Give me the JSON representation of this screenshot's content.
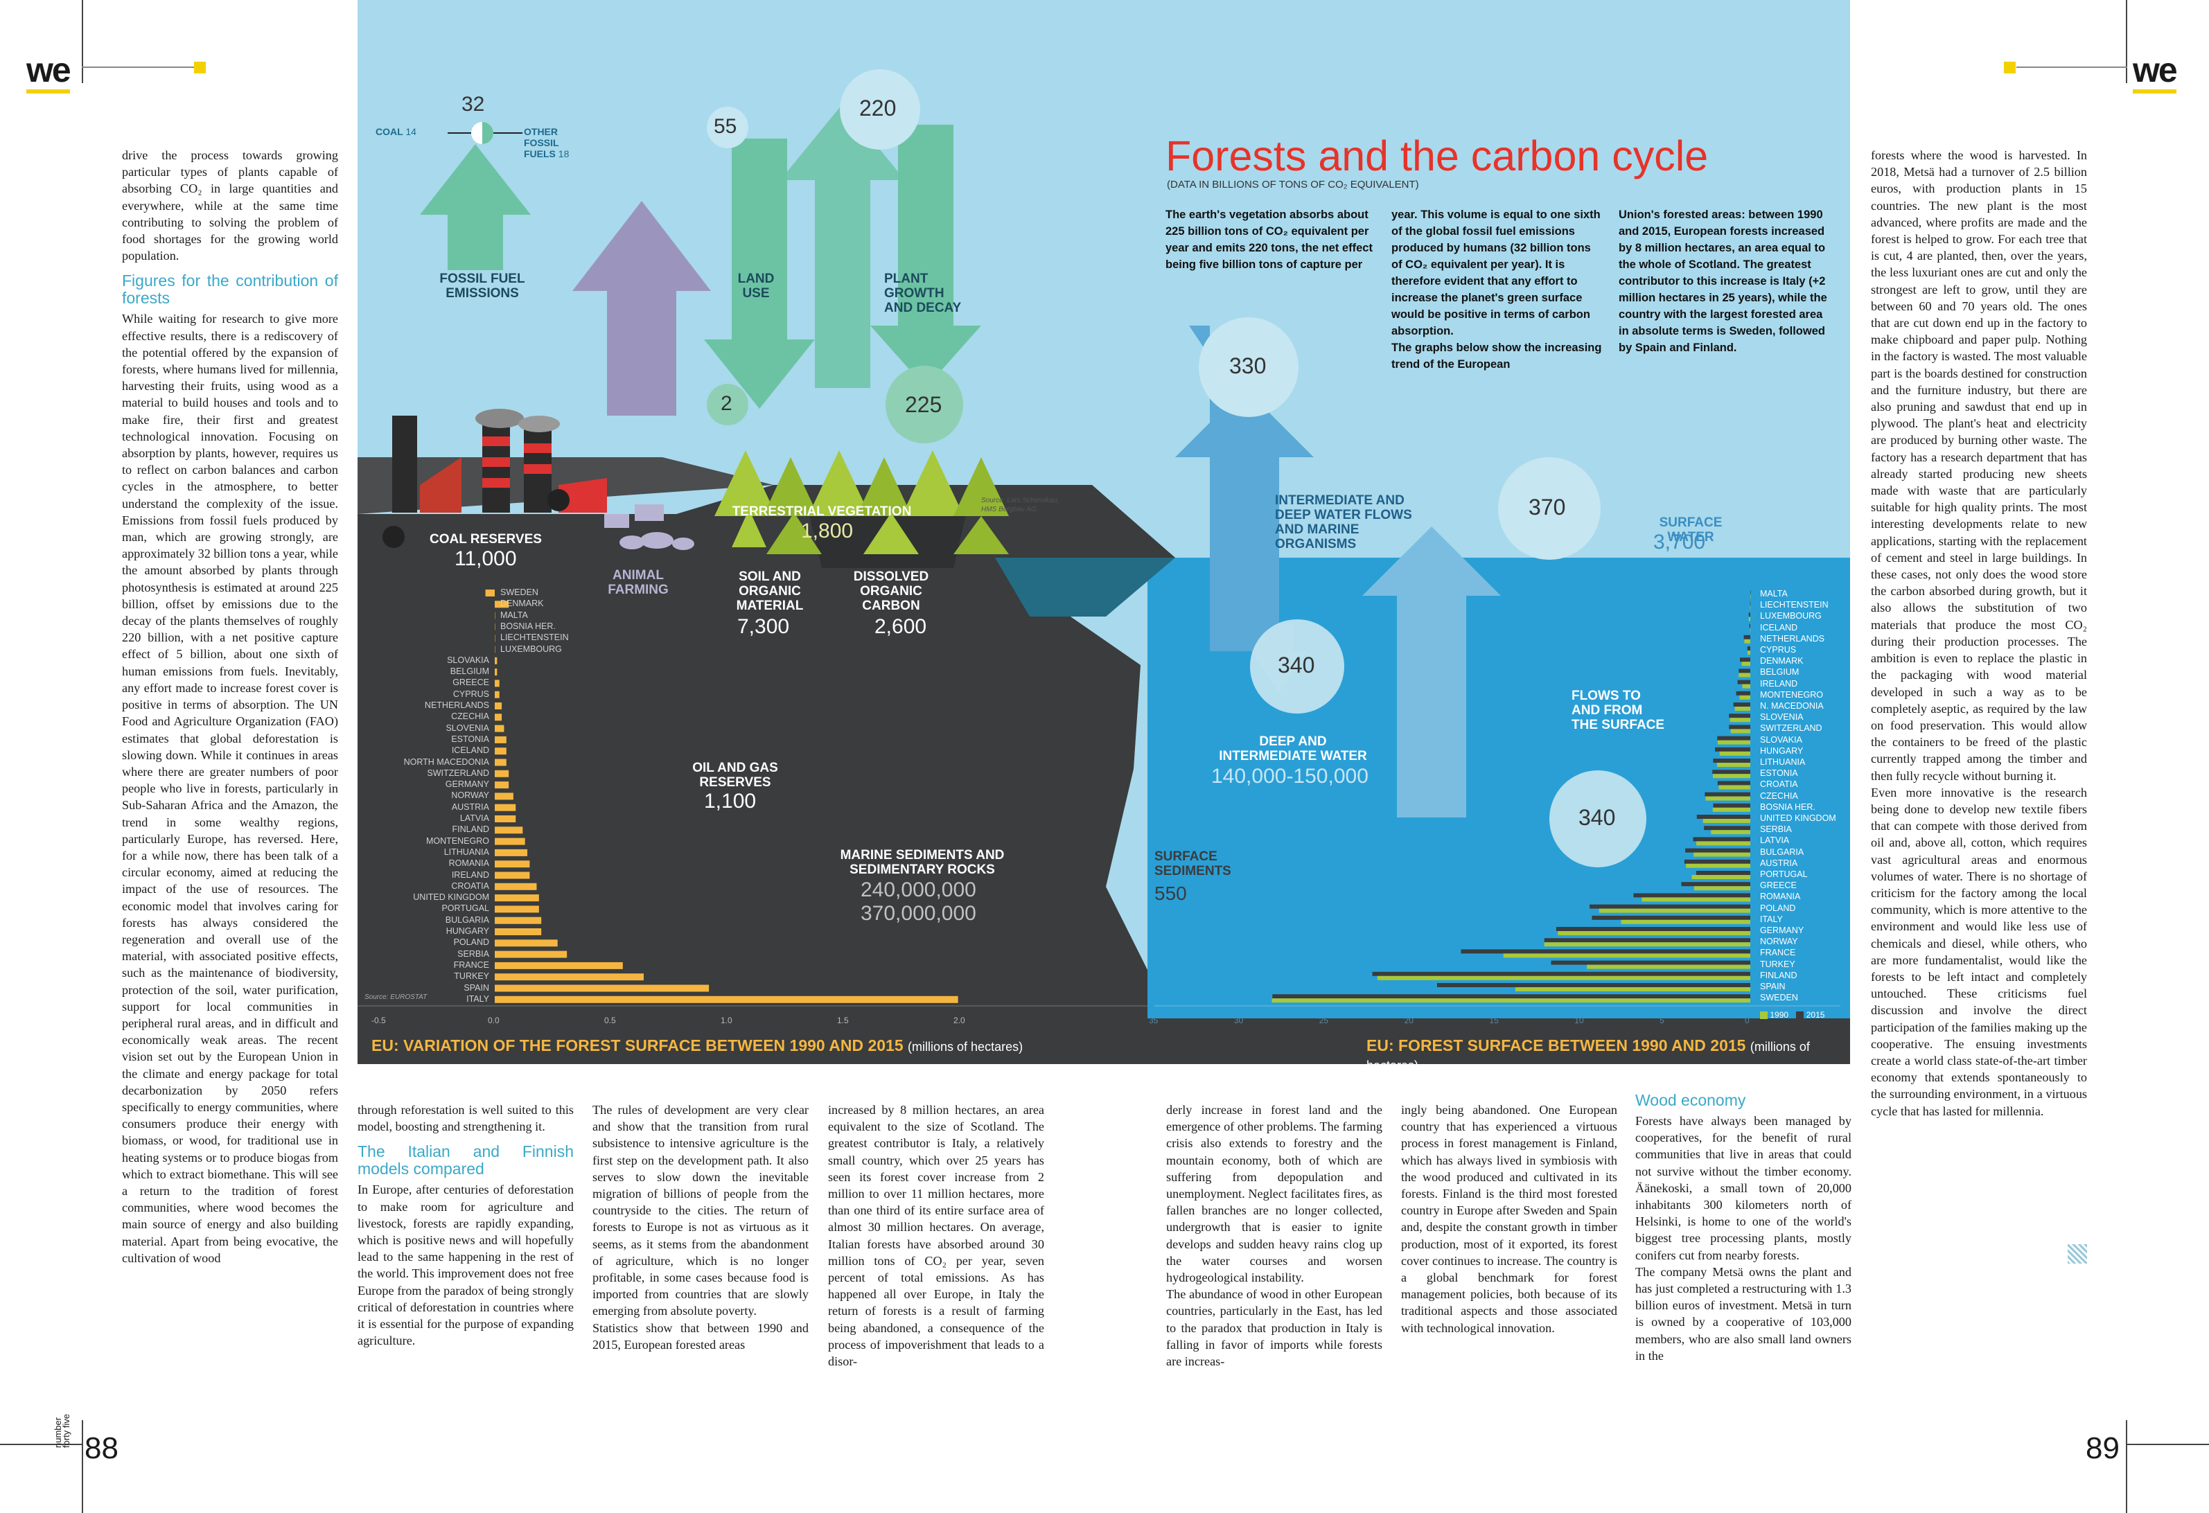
{
  "brand": "we",
  "page_left": "88",
  "page_right": "89",
  "issue": "number forty five",
  "info": {
    "title": "Forests and the carbon cycle",
    "subtitle": "(DATA IN BILLIONS OF TONS OF CO₂ EQUIVALENT)",
    "intro1": "The earth's vegetation absorbs about 225 billion tons of CO₂ equivalent per year and emits 220 tons, the net effect being five billion tons of capture per",
    "intro2": "year. This volume is equal to one sixth of the global fossil fuel emissions produced by humans (32 billion tons of CO₂ equivalent per year). It is therefore evident that any effort to increase the planet's green surface would be positive in terms of carbon absorption.",
    "intro2b": "The graphs below show the increasing trend of the European",
    "intro3": "Union's forested areas: between 1990 and 2015, European forests increased by 8 million hectares, an area equal to the whole of Scotland. The greatest contributor to this increase is Italy (+2 million hectares in 25 years), while the country with the largest forested area in absolute terms is Sweden, followed by Spain and Finland.",
    "coal": "COAL",
    "coal_val": "14",
    "top32": "32",
    "other_fossil": "OTHER FOSSIL FUELS",
    "other_val": "18",
    "fossil": "FOSSIL FUEL EMISSIONS",
    "land": "LAND USE",
    "land_top": "55",
    "land_bot": "2",
    "plant": "PLANT GROWTH AND DECAY",
    "plant_top": "220",
    "plant_bot": "225",
    "coal_res": "COAL RESERVES",
    "coal_res_val": "11,000",
    "animal": "ANIMAL FARMING",
    "terr": "TERRESTRIAL VEGETATION",
    "terr_val": "1,800",
    "source_top": "Source: Lars Schernikau, HMS Bergbau AG.",
    "soil": "SOIL AND ORGANIC MATERIAL",
    "soil_val": "7,300",
    "dissolved": "DISSOLVED ORGANIC CARBON",
    "dissolved_val": "2,600",
    "oil": "OIL AND GAS RESERVES",
    "oil_val": "1,100",
    "marine": "MARINE SEDIMENTS AND SEDIMENTARY ROCKS",
    "marine_v1": "240,000,000",
    "marine_v2": "370,000,000",
    "surf_sed": "SURFACE SEDIMENTS",
    "surf_sed_val": "550",
    "inter": "INTERMEDIATE AND DEEP WATER FLOWS AND MARINE ORGANISMS",
    "inter_top": "330",
    "inter_bot": "340",
    "deep": "DEEP AND INTERMEDIATE WATER",
    "deep_val": "140,000-150,000",
    "surface_water": "SURFACE WATER",
    "surface_water_val": "3,700",
    "flows": "FLOWS TO AND FROM THE SURFACE",
    "flows_top": "370",
    "flows_bot": "340",
    "foot_left": "EU: VARIATION OF THE FOREST SURFACE BETWEEN 1990 AND 2015",
    "foot_left_unit": "(millions of hectares)",
    "foot_right": "EU: FOREST SURFACE BETWEEN 1990 AND 2015",
    "foot_right_unit": "(millions of hectares)",
    "source_eurostat": "Source: EUROSTAT",
    "legend_1990": "1990",
    "legend_2015": "2015",
    "colors": {
      "sky": "#a9d9ec",
      "sea": "#2a9fd6",
      "ground": "#3a3c3d",
      "orange": "#f5b641",
      "green": "#a7c93b",
      "teal_arrow": "#6cc3a4",
      "purple_arrow": "#9a8fb8",
      "blue_arrow": "#5aa9d6",
      "title_red": "#e6332a"
    }
  },
  "chart_data": [
    {
      "type": "bar",
      "orientation": "horizontal",
      "title": "EU: VARIATION OF THE FOREST SURFACE BETWEEN 1990 AND 2015",
      "unit": "(millions of hectares)",
      "xlim": [
        -0.5,
        2.0
      ],
      "ticks": [
        "-0.5",
        "0.0",
        "0.5",
        "1.0",
        "1.5",
        "2.0"
      ],
      "categories": [
        "SWEDEN",
        "DENMARK",
        "MALTA",
        "BOSNIA HER.",
        "LIECHTENSTEIN",
        "LUXEMBOURG",
        "SLOVAKIA",
        "BELGIUM",
        "GREECE",
        "CYPRUS",
        "NETHERLANDS",
        "CZECHIA",
        "SLOVENIA",
        "ESTONIA",
        "ICELAND",
        "NORTH MACEDONIA",
        "SWITZERLAND",
        "GERMANY",
        "NORWAY",
        "AUSTRIA",
        "LATVIA",
        "FINLAND",
        "MONTENEGRO",
        "LITHUANIA",
        "ROMANIA",
        "IRELAND",
        "CROATIA",
        "UNITED KINGDOM",
        "PORTUGAL",
        "BULGARIA",
        "HUNGARY",
        "POLAND",
        "SERBIA",
        "FRANCE",
        "TURKEY",
        "SPAIN",
        "ITALY"
      ],
      "values": [
        -0.04,
        0.06,
        0,
        0,
        0,
        0,
        0.01,
        0.01,
        0.02,
        0.02,
        0.03,
        0.03,
        0.04,
        0.05,
        0.05,
        0.05,
        0.06,
        0.06,
        0.08,
        0.09,
        0.09,
        0.12,
        0.13,
        0.14,
        0.15,
        0.15,
        0.18,
        0.19,
        0.19,
        0.2,
        0.2,
        0.27,
        0.31,
        0.55,
        0.64,
        0.92,
        1.99
      ]
    },
    {
      "type": "bar",
      "orientation": "horizontal",
      "title": "EU: FOREST SURFACE BETWEEN 1990 AND 2015",
      "unit": "(millions of hectares)",
      "xlim": [
        35,
        0
      ],
      "ticks": [
        "35",
        "30",
        "25",
        "20",
        "15",
        "10",
        "5",
        "0"
      ],
      "series": [
        {
          "name": "1990"
        },
        {
          "name": "2015"
        }
      ],
      "categories": [
        "MALTA",
        "LIECHTENSTEIN",
        "LUXEMBOURG",
        "ICELAND",
        "NETHERLANDS",
        "CYPRUS",
        "DENMARK",
        "BELGIUM",
        "IRELAND",
        "MONTENEGRO",
        "N. MACEDONIA",
        "SLOVENIA",
        "SWITZERLAND",
        "SLOVAKIA",
        "HUNGARY",
        "LITHUANIA",
        "ESTONIA",
        "CROATIA",
        "CZECHIA",
        "BOSNIA HER.",
        "UNITED KINGDOM",
        "SERBIA",
        "LATVIA",
        "BULGARIA",
        "AUSTRIA",
        "PORTUGAL",
        "GREECE",
        "ROMANIA",
        "POLAND",
        "ITALY",
        "GERMANY",
        "NORWAY",
        "FRANCE",
        "TURKEY",
        "FINLAND",
        "SPAIN",
        "SWEDEN"
      ],
      "values_1990": [
        0,
        0.01,
        0.09,
        0.01,
        0.35,
        0.16,
        0.5,
        0.68,
        0.47,
        0.63,
        0.91,
        1.19,
        1.15,
        1.92,
        1.8,
        1.95,
        2.2,
        1.85,
        2.63,
        2.21,
        2.78,
        2.31,
        3.17,
        3.33,
        3.78,
        3.44,
        3.3,
        6.37,
        8.88,
        7.59,
        11.3,
        12.1,
        14.5,
        9.6,
        21.9,
        13.8,
        28.1
      ],
      "values_2015": [
        0,
        0.01,
        0.09,
        0.05,
        0.38,
        0.17,
        0.61,
        0.68,
        0.75,
        0.83,
        0.99,
        1.25,
        1.25,
        1.94,
        2.07,
        2.18,
        2.23,
        1.92,
        2.67,
        2.18,
        3.14,
        2.72,
        3.36,
        3.82,
        3.87,
        3.18,
        4.05,
        6.86,
        9.44,
        9.3,
        11.4,
        12.1,
        16.99,
        11.7,
        22.2,
        18.4,
        28.07
      ]
    }
  ],
  "left_col1": {
    "p1": "drive the process towards growing particular types of plants capable of absorbing CO₂ in large quantities and everywhere, while at the same time contributing to solving the problem of food shortages for the growing world population.",
    "h1": "Figures for the contribution of forests",
    "p2": "While waiting for research to give more effective results, there is a rediscovery of the potential offered by the expansion of forests, where humans lived for millennia, harvesting their fruits, using wood as a material to build houses and tools and to make fire, their first and greatest technological innovation. Focusing on absorption by plants, however, requires us to reflect on carbon balances and carbon cycles in the atmosphere, to better understand the complexity of the issue. Emissions from fossil fuels produced by man, which are growing strongly, are approximately 32 billion tons a year, while the amount absorbed by plants through photosynthesis is estimated at around 225 billion, offset by emissions due to the decay of the plants themselves of roughly 220 billion, with a net positive capture effect of 5 billion, about one sixth of human emissions from fuels. Inevitably, any effort made to increase forest cover is positive in terms of absorption. The UN Food and Agriculture Organization (FAO) estimates that global deforestation is slowing down. While it continues in areas where there are greater numbers of poor people who live in forests, particularly in Sub-Saharan Africa and the Amazon, the trend in some wealthy regions, particularly Europe, has reversed. Here, for a while now, there has been talk of a circular economy, aimed at reducing the impact of the use of resources. The economic model that involves caring for forests has always considered the regeneration and overall use of the material, with associated positive effects, such as the maintenance of biodiversity, protection of the soil, water purification, support for local communities in peripheral rural areas, and in difficult and economically weak areas. The recent vision set out by the European Union in the climate and energy package for total decarbonization by 2050 refers specifically to energy communities, where consumers produce their energy with biomass, or wood, for traditional use in heating systems or to produce biogas from which to extract biomethane. This will see a return to the tradition of forest communities, where wood becomes the main source of energy and also building material. Apart from being evocative, the cultivation of wood"
  },
  "bottom": {
    "c1a": "through reforestation is well suited to this model, boosting and strengthening it.",
    "c1h": "The Italian and Finnish models compared",
    "c1b": "In Europe, after centuries of deforestation to make room for agriculture and livestock, forests are rapidly expanding, which is positive news and will hopefully lead to the same happening in the rest of the world. This improvement does not free Europe from the paradox of being strongly critical of deforestation in countries where it is essential for the purpose of expanding agriculture.",
    "c2a": "The rules of development are very clear and show that the transition from rural subsistence to intensive agriculture is the first step on the development path. It also serves to slow down the inevitable migration of billions of people from the countryside to the cities. The return of forests to Europe is not as virtuous as it seems, as it stems from the abandonment of agriculture, which is no longer profitable, in some cases because food is imported from countries that are slowly emerging from absolute poverty.",
    "c2b": "Statistics show that between 1990 and 2015, European forested areas",
    "c3": "increased by 8 million hectares, an area equivalent to the size of Scotland. The greatest contributor is Italy, a relatively small country, which over 25 years has seen its forest cover increase from 2 million to over 11 million hectares, more than one third of its entire surface area of almost 30 million hectares. On average, Italian forests have absorbed around 30 million tons of CO₂ per year, seven percent of total emissions. As has happened all over Europe, in Italy the return of forests is a result of farming being abandoned, a consequence of the process of impoverishment that leads to a disor-",
    "c4a": "derly increase in forest land and the emergence of other problems. The farming crisis also extends to forestry and the mountain economy, both of which are suffering from depopulation and unemployment. Neglect facilitates fires, as fallen branches are no longer collected, undergrowth that is easier to ignite develops and sudden heavy rains clog up the water courses and worsen hydrogeological instability.",
    "c4b": "The abundance of wood in other European countries, particularly in the East, has led to the paradox that production in Italy is falling in favor of imports while forests are increas-",
    "c5": "ingly being abandoned. One European country that has experienced a virtuous process in forest management is Finland, which has always lived in symbiosis with the wood produced and cultivated in its forests. Finland is the third most forested country in Europe after Sweden and Spain and, despite the constant growth in timber production, most of it exported, its forest cover continues to increase. The country is a global benchmark for forest management policies, both because of its traditional aspects and those associated with technological innovation.",
    "c6h": "Wood economy",
    "c6a": "Forests have always been managed by cooperatives, for the benefit of rural communities that live in areas that could not survive without the timber economy. Äänekoski, a small town of 20,000 inhabitants 300 kilometers north of Helsinki, is home to one of the world's biggest tree processing plants, mostly conifers cut from nearby forests.",
    "c6b": "The company Metsä owns the plant and has just completed a restructuring with 1.3 billion euros of investment. Metsä in turn is owned by a cooperative of 103,000 members, who are also small land owners in the"
  },
  "right_col": {
    "p1": "forests where the wood is harvested. In 2018, Metsä had a turnover of 2.5 billion euros, with production plants in 15 countries. The new plant is the most advanced, where profits are made and the forest is helped to grow. For each tree that is cut, 4 are planted, then, over the years, the less luxuriant ones are cut and only the strongest are left to grow, until they are between 60 and 70 years old. The ones that are cut down end up in the factory to make chipboard and paper pulp. Nothing in the factory is wasted. The most valuable part is the boards destined for construction and the furniture industry, but there are also pruning and sawdust that end up in plywood. The plant's heat and electricity are produced by burning other waste. The factory has a research department that has already started producing new sheets made with waste that are particularly suitable for high quality prints. The most interesting developments relate to new applications, starting with the replacement of cement and steel in large buildings. In these cases, not only does the wood store the carbon absorbed during growth, but it also allows the substitution of two materials that produce the most CO₂ during their production processes. The ambition is even to replace the plastic in the packaging with wood material developed in such a way as to be completely aseptic, as required by the law on food preservation. This would allow the containers to be freed of the plastic currently trapped among the timber and then fully recycle without burning it.",
    "p2": "Even more innovative is the research being done to develop new textile fibers that can compete with those derived from oil and, above all, cotton, which requires vast agricultural areas and enormous volumes of water. There is no shortage of criticism for the factory among the local community, which is more attentive to the environment and would like less use of chemicals and diesel, while others, who are more fundamentalist, would like the forests to be left intact and completely untouched. These criticisms fuel discussion and involve the direct participation of the families making up the cooperative. The ensuing investments create a world class state-of-the-art timber economy that extends spontaneously to the surrounding environment, in a virtuous cycle that has lasted for millennia."
  }
}
